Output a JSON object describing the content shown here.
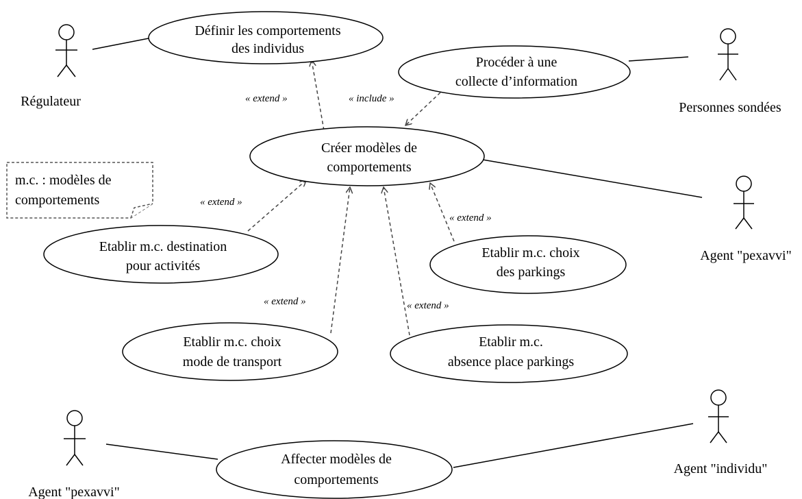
{
  "actors": {
    "regulateur": "Régulateur",
    "personnes_sondees": "Personnes sondées",
    "agent_pexavvi_right": "Agent  \"pexavvi\"",
    "agent_pexavvi_bottom": "Agent  \"pexavvi\"",
    "agent_individu": "Agent  \"individu\""
  },
  "use_cases": {
    "definir": [
      "Définir les comportements",
      "des individus"
    ],
    "proceder": [
      "Procéder à une",
      "collecte d’information"
    ],
    "creer": [
      "Créer modèles de",
      "comportements"
    ],
    "destination": [
      "Etablir m.c. destination",
      "pour activités"
    ],
    "parkings": [
      "Etablir m.c. choix",
      "des parkings"
    ],
    "transport": [
      "Etablir m.c. choix",
      "mode de transport"
    ],
    "absence": [
      "Etablir m.c.",
      "absence place parkings"
    ],
    "affecter": [
      "Affecter modèles de",
      "comportements"
    ]
  },
  "stereotypes": {
    "extend": "« extend »",
    "include": "« include »"
  },
  "note": [
    "m.c. : modèles de",
    "comportements"
  ]
}
